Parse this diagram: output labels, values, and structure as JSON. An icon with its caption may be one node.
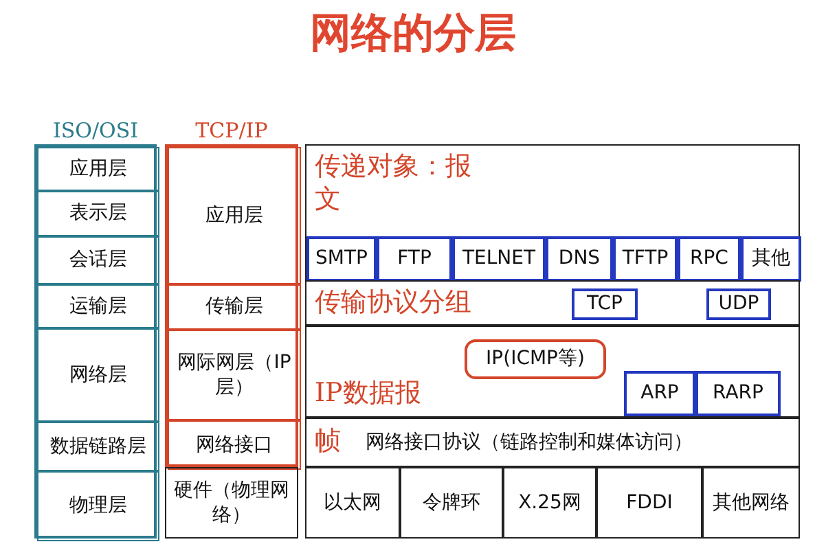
{
  "diagram": {
    "title": "网络的分层",
    "nodes": [
      {
        "text": [
          "ISO/OSI"
        ]
      },
      {
        "text": [
          "应用层"
        ],
        "in": 0
      },
      {
        "text": [
          "表示层"
        ],
        "in": 0
      },
      {
        "text": [
          "会话层"
        ],
        "in": 0
      },
      {
        "text": [
          "运输层"
        ],
        "in": 0
      },
      {
        "text": [
          "网络层"
        ],
        "in": 0
      },
      {
        "text": [
          "数据链路层"
        ],
        "in": 0
      },
      {
        "text": [
          "物理层"
        ],
        "in": 0
      },
      {
        "text": [
          "TCP/IP"
        ]
      },
      {
        "text": [
          "应用层"
        ],
        "in": 8
      },
      {
        "text": [
          "传输层"
        ],
        "in": 8
      },
      {
        "text": [
          "网际网层（IP层）"
        ],
        "in": 8
      },
      {
        "text": [
          "网络接口"
        ],
        "in": 8
      },
      {
        "text": [
          "硬件（物理网络）"
        ]
      },
      {
        "text": [
          "传递对象：报文"
        ]
      },
      {
        "text": [
          "SMTP"
        ],
        "in": 14
      },
      {
        "text": [
          "FTP"
        ],
        "in": 14
      },
      {
        "text": [
          "TELNET"
        ],
        "in": 14
      },
      {
        "text": [
          "DNS"
        ],
        "in": 14
      },
      {
        "text": [
          "TFTP"
        ],
        "in": 14
      },
      {
        "text": [
          "RPC"
        ],
        "in": 14
      },
      {
        "text": [
          "其他"
        ],
        "in": 14
      },
      {
        "text": [
          "传输协议分组"
        ]
      },
      {
        "text": [
          "TCP"
        ],
        "in": 22
      },
      {
        "text": [
          "UDP"
        ],
        "in": 22
      },
      {
        "text": [
          "IP数据报"
        ]
      },
      {
        "text": [
          "IP(ICMP等)"
        ],
        "in": 25
      },
      {
        "text": [
          "ARP"
        ],
        "in": 25
      },
      {
        "text": [
          "RARP"
        ],
        "in": 25
      },
      {
        "text": [
          "帧",
          "网络接口协议（链路控制和媒体访问）"
        ]
      },
      {
        "text": [
          "以太网"
        ]
      },
      {
        "text": [
          "令牌环"
        ]
      },
      {
        "text": [
          "X.25网"
        ]
      },
      {
        "text": [
          "FDDI"
        ]
      },
      {
        "text": [
          "其他网络"
        ]
      }
    ]
  }
}
